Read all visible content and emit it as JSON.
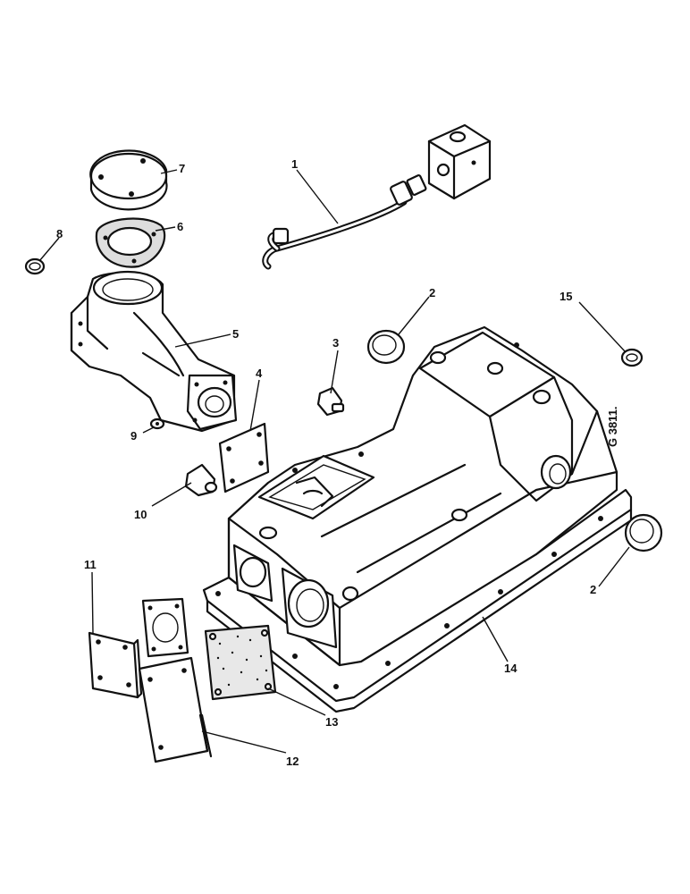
{
  "labels": {
    "p1": "1",
    "p2a": "2",
    "p2b": "2",
    "p3": "3",
    "p4": "4",
    "p5": "5",
    "p6": "6",
    "p7": "7",
    "p8": "8",
    "p9": "9",
    "p10": "10",
    "p11": "11",
    "p12": "12",
    "p13": "13",
    "p14": "14",
    "p15": "15"
  },
  "drawing_code": "G 3811."
}
